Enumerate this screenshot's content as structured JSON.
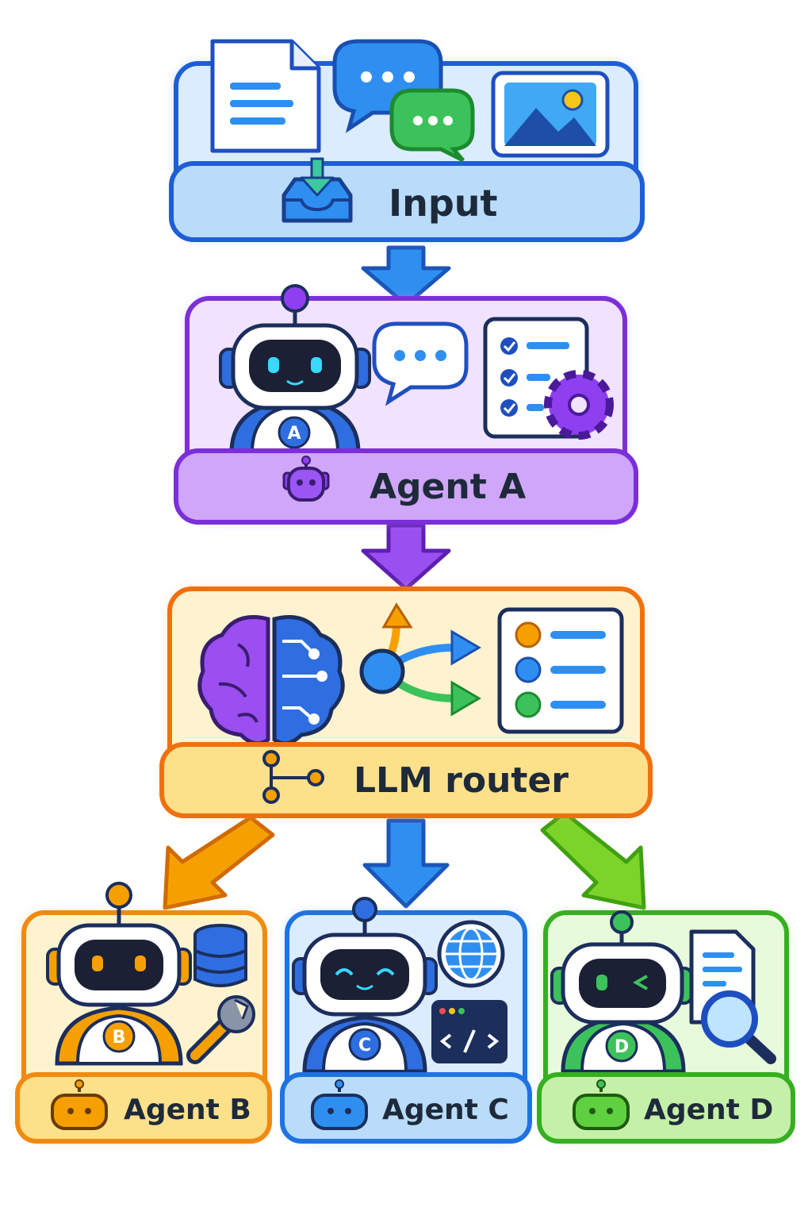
{
  "nodes": {
    "input": {
      "label": "Input"
    },
    "agent_a": {
      "label": "Agent A",
      "badge": "A"
    },
    "router": {
      "label": "LLM router"
    },
    "agent_b": {
      "label": "Agent B",
      "badge": "B"
    },
    "agent_c": {
      "label": "Agent C",
      "badge": "C"
    },
    "agent_d": {
      "label": "Agent D",
      "badge": "D"
    }
  },
  "edges": [
    {
      "from": "Input",
      "to": "Agent A"
    },
    {
      "from": "Agent A",
      "to": "LLM router"
    },
    {
      "from": "LLM router",
      "to": "Agent B"
    },
    {
      "from": "LLM router",
      "to": "Agent C"
    },
    {
      "from": "LLM router",
      "to": "Agent D"
    }
  ],
  "colors": {
    "input": "#1e5ed6",
    "agent_a": "#7b2fd8",
    "router": "#f07010",
    "agent_b": "#f08a10",
    "agent_c": "#1f73e0",
    "agent_d": "#35b020"
  },
  "icons": {
    "input": [
      "document-icon",
      "chat-bubbles-icon",
      "image-icon",
      "inbox-download-icon"
    ],
    "agent_a": [
      "robot-icon",
      "chat-bubble-icon",
      "checklist-gear-icon",
      "robot-head-icon"
    ],
    "router": [
      "brain-circuit-icon",
      "branching-arrows-icon",
      "priority-list-icon",
      "route-nodes-icon"
    ],
    "agent_b": [
      "robot-icon",
      "database-icon",
      "wrench-icon",
      "robot-head-icon"
    ],
    "agent_c": [
      "robot-icon",
      "globe-icon",
      "code-window-icon",
      "robot-head-icon"
    ],
    "agent_d": [
      "robot-icon",
      "document-search-icon",
      "robot-head-icon"
    ]
  }
}
